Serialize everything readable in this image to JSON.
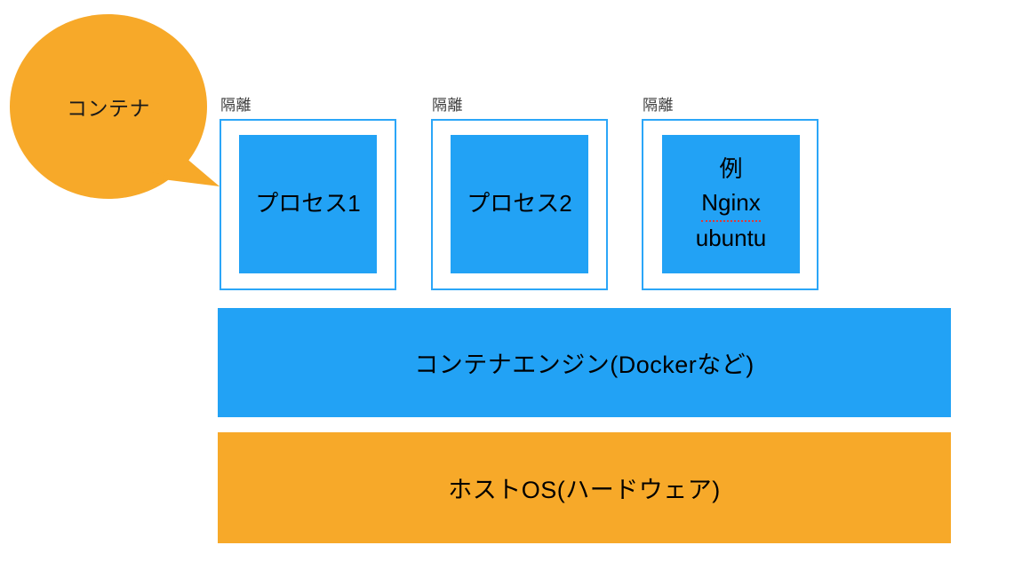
{
  "diagram": {
    "callout": {
      "label": "コンテナ",
      "fill_color": "#f7a929",
      "points_to": "container-1"
    },
    "containers": [
      {
        "isolation_label": "隔離",
        "lines": [
          "プロセス1"
        ],
        "border_color": "#2ba6f8",
        "fill_color": "#22a2f5"
      },
      {
        "isolation_label": "隔離",
        "lines": [
          "プロセス2"
        ],
        "border_color": "#2ba6f8",
        "fill_color": "#22a2f5"
      },
      {
        "isolation_label": "隔離",
        "lines": [
          "例",
          "Nginx",
          "ubuntu"
        ],
        "misspelled_line_index": 1,
        "border_color": "#2ba6f8",
        "fill_color": "#22a2f5"
      }
    ],
    "layers": [
      {
        "label": "コンテナエンジン(Dockerなど)",
        "fill_color": "#22a2f5"
      },
      {
        "label": "ホストOS(ハードウェア)",
        "fill_color": "#f7a929"
      }
    ]
  }
}
